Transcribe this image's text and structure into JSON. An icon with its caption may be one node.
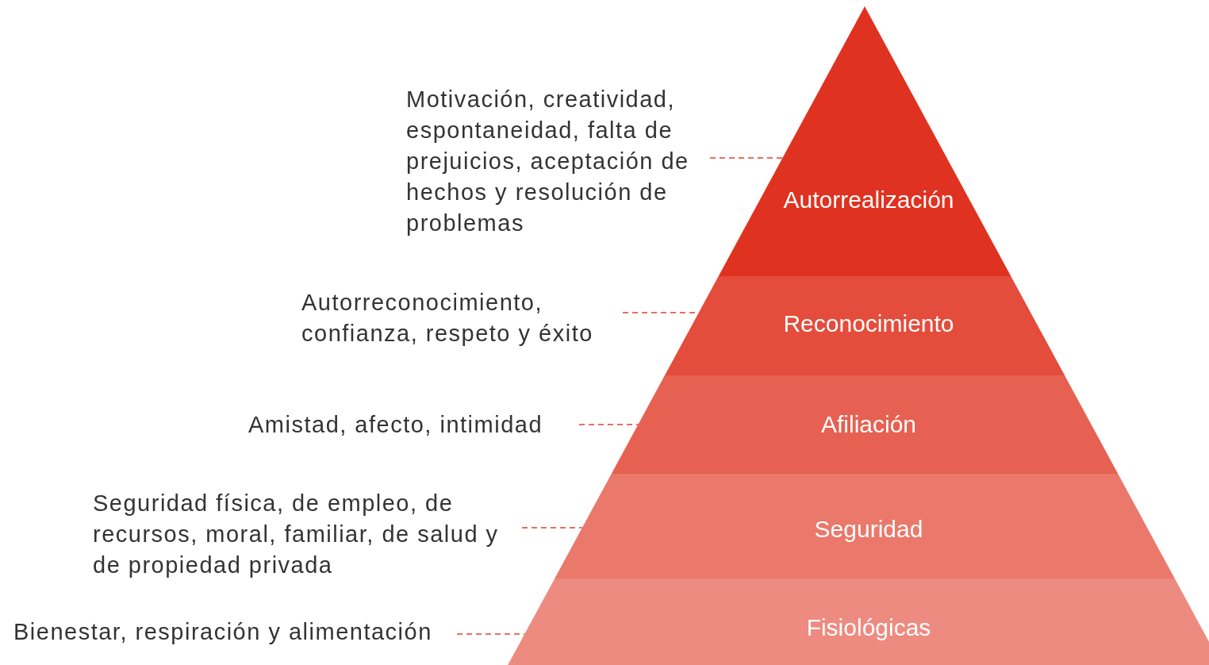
{
  "diagram": {
    "nodes": [
      {
        "text": [
          "Autorrealización"
        ]
      },
      {
        "text": [
          "Reconocimiento"
        ]
      },
      {
        "text": [
          "Afiliación"
        ]
      },
      {
        "text": [
          "Seguridad"
        ]
      },
      {
        "text": [
          "Fisiológicas"
        ]
      },
      {
        "text": [
          "Motivación, creatividad, espontaneidad, falta de prejuicios, aceptación de hechos y resolución de problemas"
        ]
      },
      {
        "text": [
          "Autorreconocimiento, confianza, respeto y éxito"
        ]
      },
      {
        "text": [
          "Amistad, afecto, intimidad"
        ]
      },
      {
        "text": [
          "Seguridad física, de empleo, de recursos, moral, familiar, de salud y de propiedad privada"
        ]
      },
      {
        "text": [
          "Bienestar, respiración y alimentación"
        ]
      }
    ],
    "edges": [
      {
        "from": 5,
        "to": 0,
        "arrow": "none",
        "style": "dashed"
      },
      {
        "from": 6,
        "to": 1,
        "arrow": "none",
        "style": "dashed"
      },
      {
        "from": 7,
        "to": 2,
        "arrow": "none",
        "style": "dashed"
      },
      {
        "from": 8,
        "to": 3,
        "arrow": "none",
        "style": "dashed"
      },
      {
        "from": 9,
        "to": 4,
        "arrow": "none",
        "style": "dashed"
      }
    ]
  }
}
